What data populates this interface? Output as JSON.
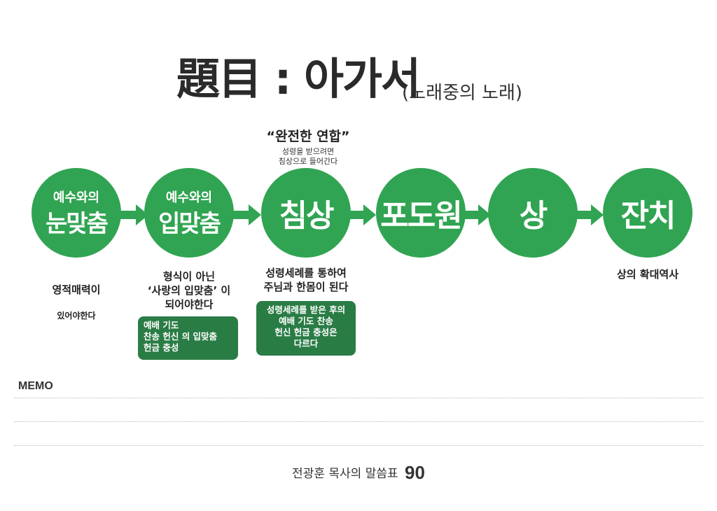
{
  "header": {
    "title": "題目 : 아가서",
    "subtitle": "(노래중의 노래)"
  },
  "union": {
    "quote": "“완전한 연합”",
    "note": "성령을 받으려면\n침상으로 들어간다"
  },
  "steps": [
    {
      "small": "예수와의",
      "big": "눈맞춤"
    },
    {
      "small": "예수와의",
      "big": "입맞춤"
    },
    {
      "small": "",
      "big": "침상"
    },
    {
      "small": "",
      "big": "포도원"
    },
    {
      "small": "",
      "big": "상"
    },
    {
      "small": "",
      "big": "잔치"
    }
  ],
  "captions": {
    "step1_bold": "영적매력이",
    "step1_small": "있어야한다",
    "step2": "형식이 아닌\n‘사랑의 입맞춤’ 이\n되어야한다",
    "step3": "성령세례를 통하여\n주님과 한몸이 된다",
    "step6": "상의 확대역사"
  },
  "boxes": {
    "step2_box": "예배 기도\n찬송 헌신  의 입맞춤\n헌금 충성",
    "step3_box": "성령세례를 받은 후의\n예배 기도 찬송\n헌신 헌금 충성은\n다르다"
  },
  "memo": {
    "label": "MEMO"
  },
  "footer": {
    "text": "전광훈 목사의 말씀표",
    "number": "90"
  },
  "colors": {
    "circle": "#30a452",
    "arrow": "#30a452",
    "box": "#2a7c45"
  },
  "icons": [
    "arrow-right-icon"
  ]
}
